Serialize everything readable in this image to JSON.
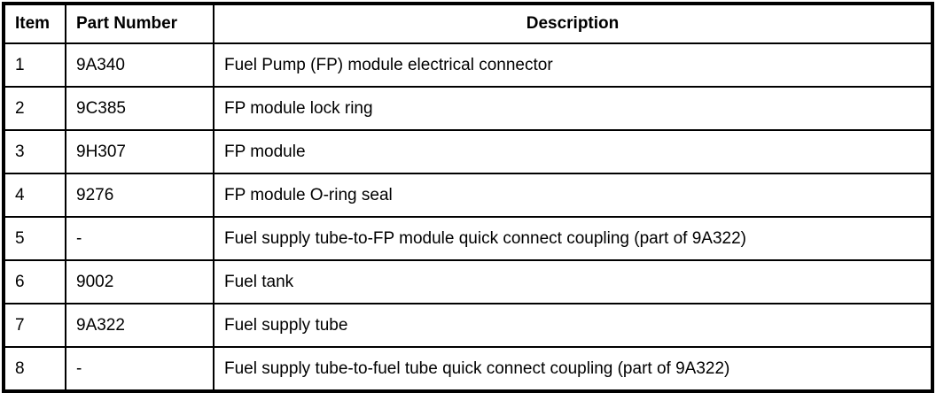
{
  "table": {
    "headers": {
      "item": "Item",
      "part_number": "Part Number",
      "description": "Description"
    },
    "rows": [
      {
        "item": "1",
        "part_number": "9A340",
        "description": "Fuel Pump (FP) module electrical connector"
      },
      {
        "item": "2",
        "part_number": "9C385",
        "description": "FP module lock ring"
      },
      {
        "item": "3",
        "part_number": "9H307",
        "description": "FP module"
      },
      {
        "item": "4",
        "part_number": "9276",
        "description": "FP module O-ring seal"
      },
      {
        "item": "5",
        "part_number": "-",
        "description": "Fuel supply tube-to-FP module quick connect coupling (part of 9A322)"
      },
      {
        "item": "6",
        "part_number": "9002",
        "description": "Fuel tank"
      },
      {
        "item": "7",
        "part_number": "9A322",
        "description": "Fuel supply tube"
      },
      {
        "item": "8",
        "part_number": "-",
        "description": "Fuel supply tube-to-fuel tube quick connect coupling (part of 9A322)"
      }
    ],
    "colors": {
      "border": "#000000",
      "background": "#ffffff",
      "text": "#000000"
    }
  }
}
